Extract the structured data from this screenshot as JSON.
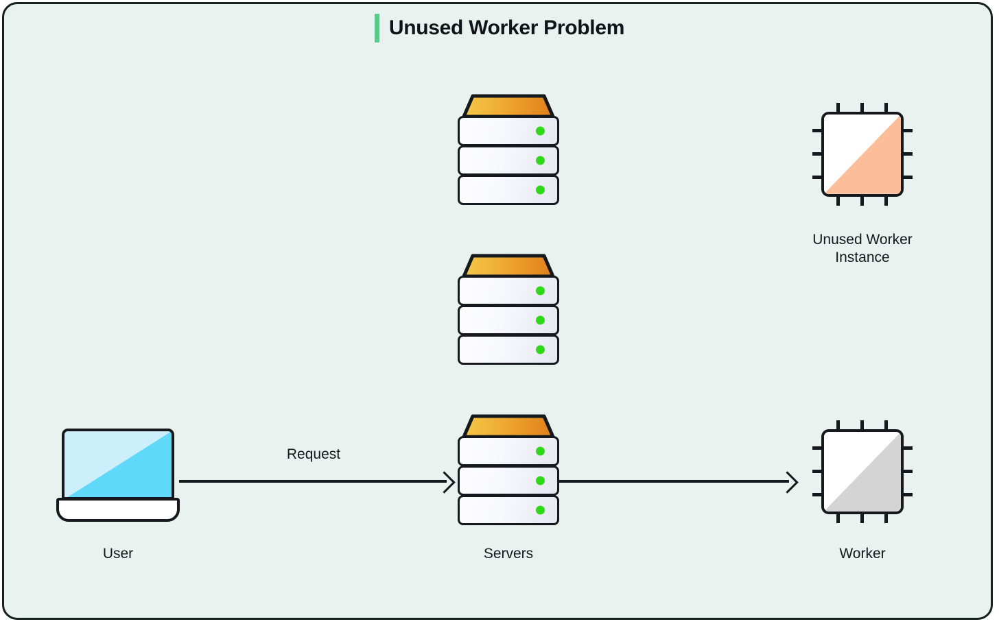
{
  "diagram": {
    "title": "Unused Worker Problem",
    "accent_color": "#5cc98a",
    "background_color": "#e9f2ee",
    "border_color": "#15211c"
  },
  "nodes": {
    "user": {
      "label": "User",
      "icon": "laptop-icon",
      "colors": {
        "screen_light": "#cdeffb",
        "screen_bright": "#5fd9f7"
      }
    },
    "servers": {
      "label": "Servers",
      "icon": "server-stack-icon",
      "count": 3,
      "units_per_stack": 3,
      "led_color": "#2fd819",
      "top_gradient_from": "#f5c242",
      "top_gradient_to": "#e8851f"
    },
    "worker": {
      "label": "Worker",
      "icon": "cpu-chip-icon",
      "fill_color": "#d4d4d4"
    },
    "unused_worker": {
      "label": "Unused Worker Instance",
      "label_line_1": "Unused Worker",
      "label_line_2": "Instance",
      "icon": "cpu-chip-icon",
      "fill_color": "#fcbe9a"
    }
  },
  "edges": [
    {
      "label": "Request",
      "from": "user",
      "to": "servers",
      "arrow": "arrow-right-icon"
    },
    {
      "label": "",
      "from": "servers",
      "to": "worker",
      "arrow": "arrow-right-icon"
    }
  ]
}
